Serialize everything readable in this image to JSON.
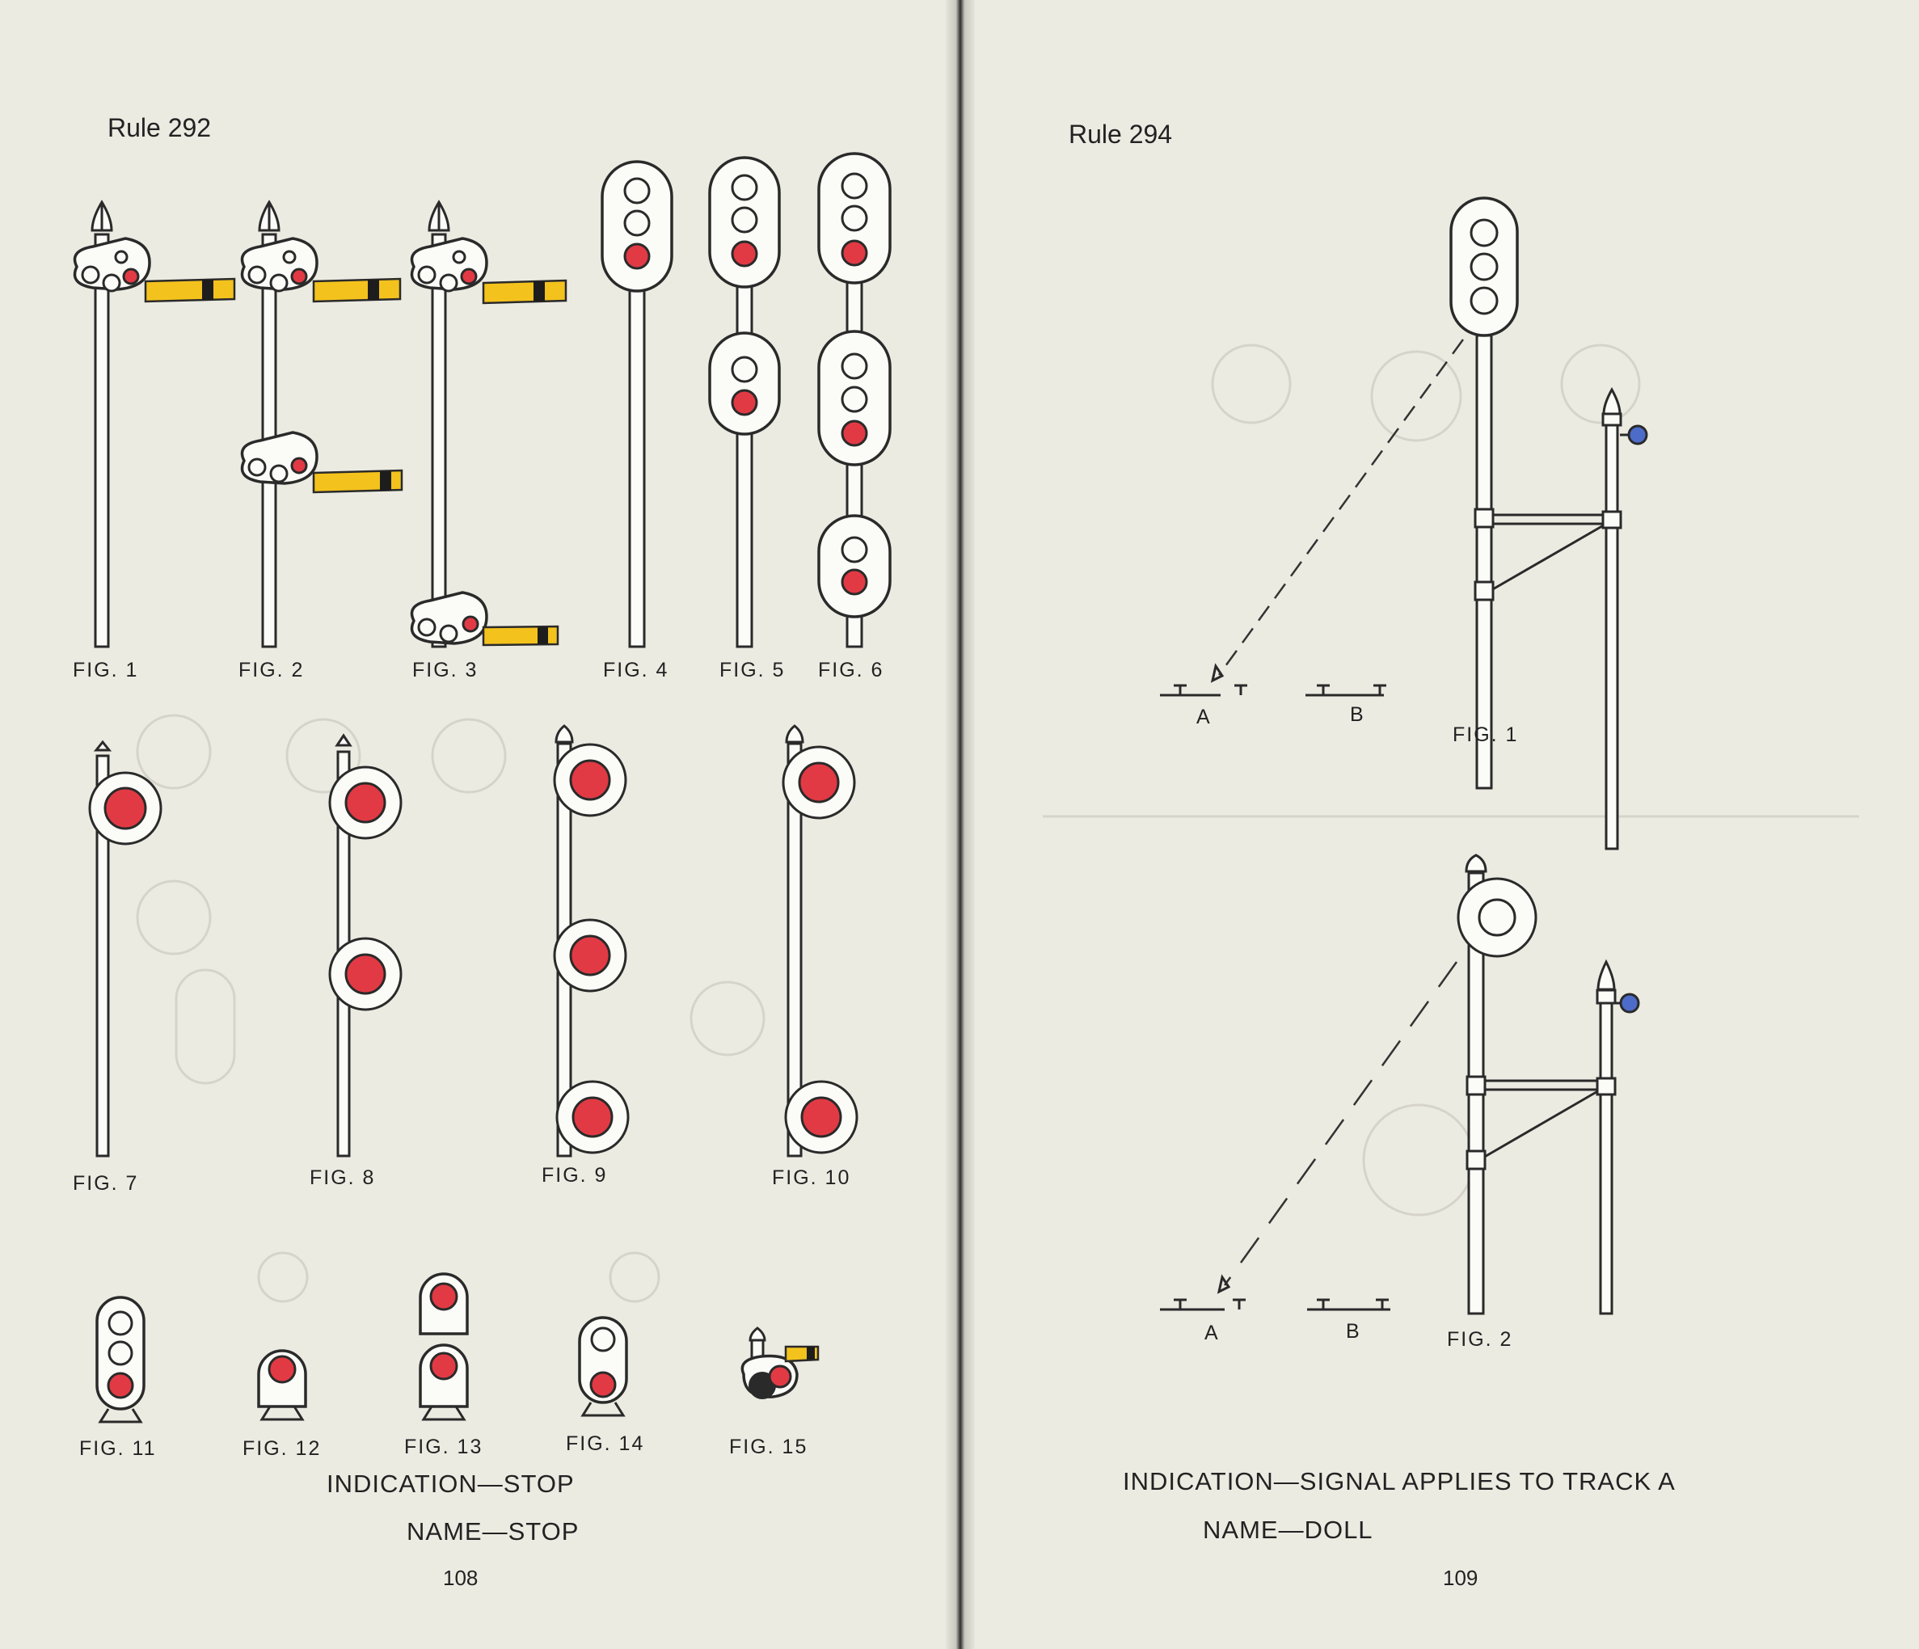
{
  "left_page": {
    "rule": "Rule 292",
    "figures": [
      "FIG. 1",
      "FIG. 2",
      "FIG. 3",
      "FIG. 4",
      "FIG. 5",
      "FIG. 6",
      "FIG. 7",
      "FIG. 8",
      "FIG. 9",
      "FIG. 10",
      "FIG. 11",
      "FIG. 12",
      "FIG. 13",
      "FIG. 14",
      "FIG. 15"
    ],
    "indication": "INDICATION—STOP",
    "name": "NAME—STOP",
    "page_number": "108"
  },
  "right_page": {
    "rule": "Rule 294",
    "figures": [
      "FIG. 1",
      "FIG. 2"
    ],
    "track_labels": [
      "A",
      "B",
      "A",
      "B"
    ],
    "indication": "INDICATION—SIGNAL APPLIES TO TRACK A",
    "name": "NAME—DOLL",
    "page_number": "109"
  },
  "colors": {
    "paper": "#ecebe2",
    "signal_red": "#e23a44",
    "semaphore_yellow": "#f3c21d",
    "signal_blue": "#4d6bc9",
    "ink": "#222222"
  }
}
